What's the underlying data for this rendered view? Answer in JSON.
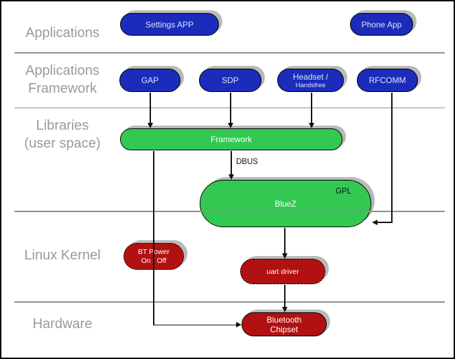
{
  "diagram": {
    "layers": {
      "applications": {
        "label": "Applications"
      },
      "applications_framework": {
        "line1": "Applications",
        "line2": "Framework"
      },
      "libraries": {
        "line1": "Libraries",
        "line2": "(user space)"
      },
      "linux_kernel": {
        "label": "Linux Kernel"
      },
      "hardware": {
        "label": "Hardware"
      }
    },
    "nodes": {
      "settings_app": {
        "label": "Settings APP"
      },
      "phone_app": {
        "label": "Phone App"
      },
      "gap": {
        "label": "GAP"
      },
      "sdp": {
        "label": "SDP"
      },
      "headset": {
        "line1": "Headset /",
        "line2": "Handsfree"
      },
      "rfcomm": {
        "label": "RFCOMM"
      },
      "framework": {
        "label": "Framework"
      },
      "bluez": {
        "label": "BlueZ",
        "badge": "GPL"
      },
      "bt_power": {
        "line1": "BT Power",
        "line2": "On / Off"
      },
      "uart_driver": {
        "label": "uart driver"
      },
      "bluetooth_chipset": {
        "line1": "Bluetooth",
        "line2": "Chipset"
      }
    },
    "edges": {
      "dbus_label": "DBUS"
    },
    "colors": {
      "app_blue": "#1b2cba",
      "lib_green": "#32c953",
      "kernel_red": "#b11111",
      "label_gray": "#9a9a9a",
      "shadow_gray": "#b9b9b9"
    }
  }
}
